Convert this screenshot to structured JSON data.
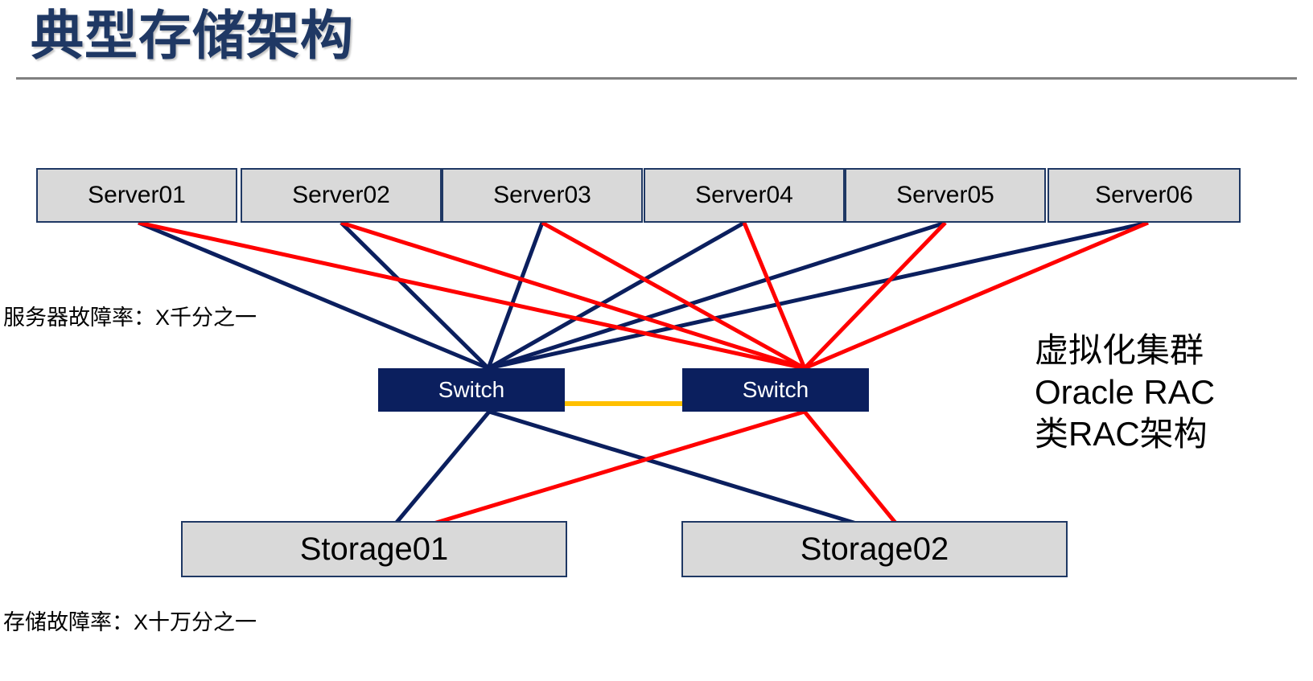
{
  "slide": {
    "title": "典型存储架构",
    "divider_color": "#808080"
  },
  "colors": {
    "title_text": "#1F3864",
    "box_fill": "#D9D9D9",
    "box_border": "#1F3864",
    "switch_fill": "#0B1F5E",
    "switch_text": "#FFFFFF",
    "link_blue": "#0B1F5E",
    "link_red": "#FF0000",
    "link_orange": "#FFC000"
  },
  "servers": [
    {
      "label": "Server01"
    },
    {
      "label": "Server02"
    },
    {
      "label": "Server03"
    },
    {
      "label": "Server04"
    },
    {
      "label": "Server05"
    },
    {
      "label": "Server06"
    }
  ],
  "switches": [
    {
      "label": "Switch"
    },
    {
      "label": "Switch"
    }
  ],
  "storages": [
    {
      "label": "Storage01"
    },
    {
      "label": "Storage02"
    }
  ],
  "captions": {
    "server_failure_rate": "服务器故障率：X千分之一",
    "storage_failure_rate": "存储故障率：X十万分之一"
  },
  "side_note": {
    "line1": "虚拟化集群",
    "line2": "Oracle RAC",
    "line3": "类RAC架构"
  }
}
